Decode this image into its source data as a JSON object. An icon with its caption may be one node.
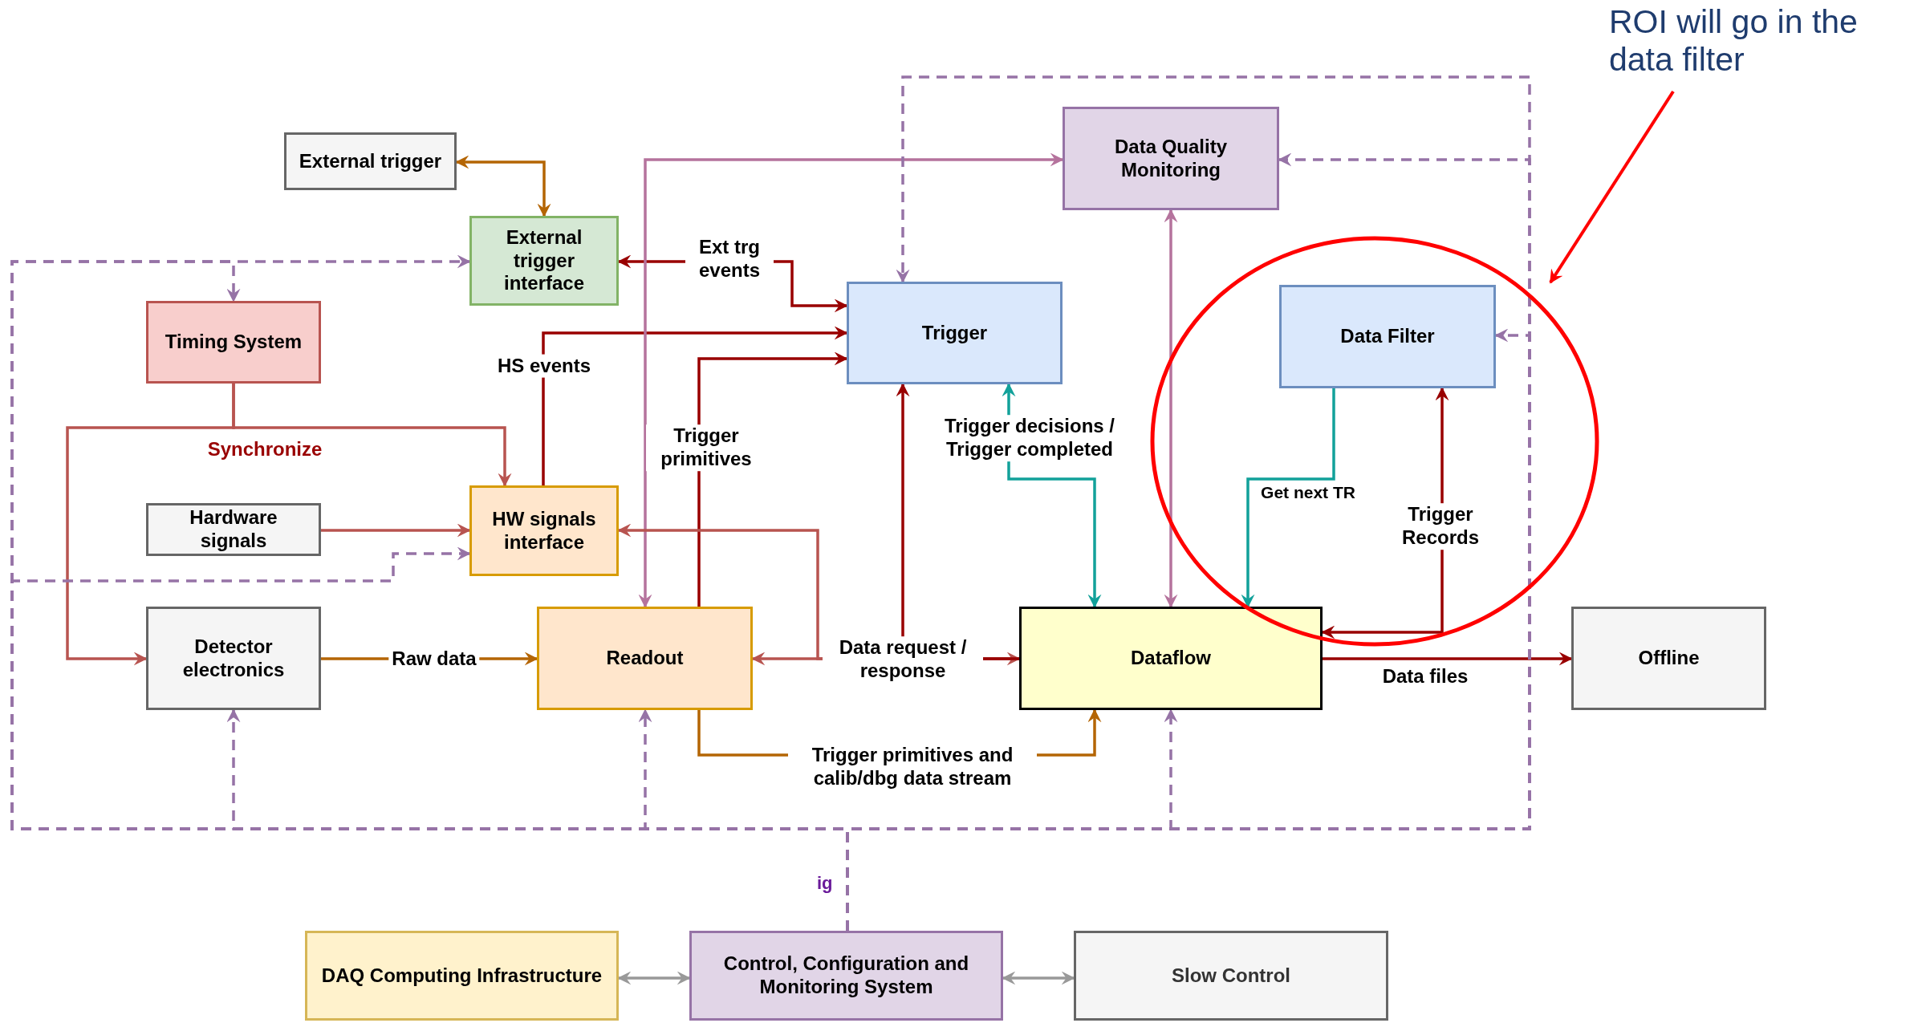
{
  "diagram": {
    "nodes": [
      {
        "text": [
          "External trigger"
        ]
      },
      {
        "text": [
          "External trigger interface"
        ]
      },
      {
        "text": [
          "Timing System"
        ]
      },
      {
        "text": [
          "Trigger"
        ]
      },
      {
        "text": [
          "Data Quality Monitoring"
        ]
      },
      {
        "text": [
          "Data Filter"
        ]
      },
      {
        "text": [
          "Hardware signals"
        ]
      },
      {
        "text": [
          "HW signals interface"
        ]
      },
      {
        "text": [
          "Detector electronics"
        ]
      },
      {
        "text": [
          "Readout"
        ]
      },
      {
        "text": [
          "Dataflow"
        ]
      },
      {
        "text": [
          "Offline"
        ]
      },
      {
        "text": [
          "DAQ Computing Infrastructure"
        ]
      },
      {
        "text": [
          "Control, Configuration and Monitoring System"
        ]
      },
      {
        "text": [
          "Slow Control"
        ]
      },
      {
        "text": [
          "ROI will go in the data filter"
        ]
      }
    ],
    "edges": [
      {
        "from": 0,
        "to": 1,
        "arrow": "both",
        "color": "#b46504"
      },
      {
        "from": 3,
        "to": 1,
        "arrow": "both",
        "label": "Ext trg events",
        "color": "#990000"
      },
      {
        "from": 7,
        "to": 3,
        "arrow": "to",
        "label": "HS events",
        "color": "#990000"
      },
      {
        "from": 9,
        "to": 3,
        "arrow": "to",
        "label": "Trigger primitives",
        "color": "#990000"
      },
      {
        "from": 9,
        "to": 4,
        "arrow": "both",
        "color": "#b5739d"
      },
      {
        "from": 2,
        "to": 7,
        "arrow": "to",
        "label": "Synchronize",
        "color": "#b85450"
      },
      {
        "from": 2,
        "to": 8,
        "arrow": "to",
        "color": "#b85450"
      },
      {
        "from": 6,
        "to": 7,
        "arrow": "to",
        "color": "#b85450"
      },
      {
        "from": 10,
        "to": 7,
        "arrow": "to",
        "color": "#b85450"
      },
      {
        "from": 9,
        "to": 10,
        "arrow": "both",
        "label": "Data request / response",
        "color": "#b85450"
      },
      {
        "from": 10,
        "to": 3,
        "arrow": "to",
        "color": "#990000"
      },
      {
        "from": 10,
        "to": 3,
        "arrow": "both",
        "label": "Trigger decisions / Trigger completed",
        "color": "#12a19a"
      },
      {
        "from": 4,
        "to": 10,
        "arrow": "both",
        "color": "#b5739d"
      },
      {
        "from": 5,
        "to": 10,
        "arrow": "to",
        "label": "Get next TR",
        "color": "#12a19a"
      },
      {
        "from": 10,
        "to": 5,
        "arrow": "both",
        "label": "Trigger Records",
        "color": "#990000"
      },
      {
        "from": 10,
        "to": 11,
        "arrow": "to",
        "label": "Data files",
        "color": "#990000"
      },
      {
        "from": 8,
        "to": 9,
        "arrow": "to",
        "label": "Raw data",
        "color": "#b46504"
      },
      {
        "from": 9,
        "to": 10,
        "arrow": "to",
        "label": "Trigger primitives and calib/dbg data stream",
        "color": "#b46504"
      },
      {
        "from": 13,
        "to": 12,
        "arrow": "both",
        "color": "#999999"
      },
      {
        "from": 13,
        "to": 14,
        "arrow": "both",
        "color": "#999999"
      },
      {
        "from": 13,
        "to": 1,
        "arrow": "to",
        "style": "dashed",
        "color": "#9673a6"
      },
      {
        "from": 13,
        "to": 2,
        "arrow": "to",
        "style": "dashed",
        "color": "#9673a6"
      },
      {
        "from": 13,
        "to": 7,
        "arrow": "to",
        "style": "dashed",
        "color": "#9673a6"
      },
      {
        "from": 13,
        "to": 8,
        "arrow": "to",
        "style": "dashed",
        "color": "#9673a6"
      },
      {
        "from": 13,
        "to": 9,
        "arrow": "to",
        "style": "dashed",
        "color": "#9673a6"
      },
      {
        "from": 13,
        "to": 10,
        "arrow": "to",
        "style": "dashed",
        "color": "#9673a6"
      },
      {
        "from": 13,
        "to": 5,
        "arrow": "to",
        "style": "dashed",
        "color": "#9673a6"
      },
      {
        "from": 13,
        "to": 4,
        "arrow": "to",
        "style": "dashed",
        "color": "#9673a6"
      },
      {
        "from": 13,
        "to": 3,
        "arrow": "to",
        "style": "dashed",
        "color": "#9673a6"
      },
      {
        "from": 15,
        "to": null,
        "arrow": "to",
        "color": "#ff0000"
      }
    ],
    "labels": [
      "ig"
    ]
  }
}
